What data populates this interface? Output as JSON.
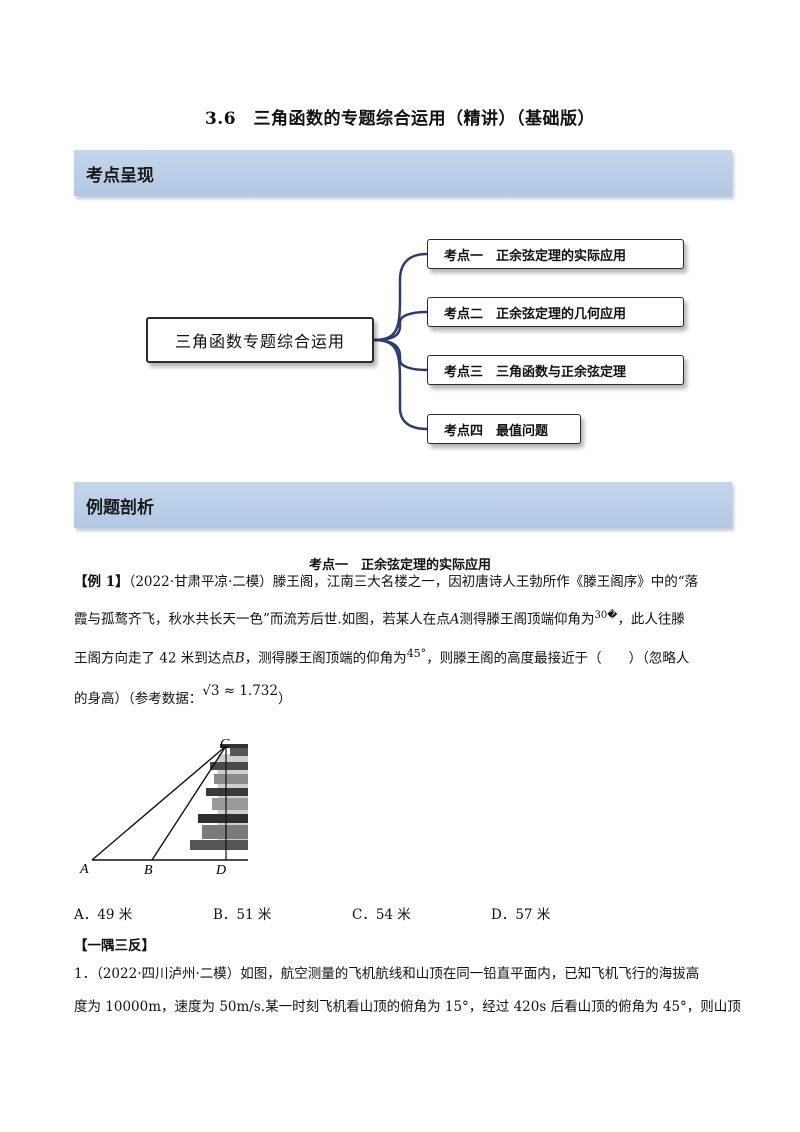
{
  "title": "3.6　三角函数的专题综合运用（精讲）（基础版）",
  "section1": "考点呈现",
  "mindmap": {
    "root": "三角函数专题综合运用",
    "nodes": [
      "考点一　正余弦定理的实际应用",
      "考点二　正余弦定理的几何应用",
      "考点三　三角函数与正余弦定理",
      "考点四　最值问题"
    ]
  },
  "section2": "例题剖析",
  "topic_heading": "考点一　正余弦定理的实际应用",
  "example1": {
    "tag": "【例 1】",
    "line1_rest": "（2022·甘肃平凉·二模）滕王阁，江南三大名楼之一，因初唐诗人王勃所作《滕王阁序》中的“落",
    "line2_a": "霞与孤鹜齐飞，秋水共长天一色”而流芳后世.如图，若某人在点",
    "line2_A": "A",
    "line2_b": "测得滕王阁顶端仰角为",
    "line2_deg": "30�",
    "line2_c": "，此人往滕",
    "line3_a": "王阁方向走了 42 米到达点",
    "line3_B": "B",
    "line3_b": "，测得滕王阁顶端的仰角为",
    "line3_deg": "45°",
    "line3_c": "，则滕王阁的高度最接近于（　　）（忽略人",
    "line4_a": "的身高）（参考数据：",
    "line4_formula": "√3 ≈ 1.732",
    "line4_c": "）"
  },
  "figure_labels": {
    "A": "A",
    "B": "B",
    "C": "C",
    "D": "D"
  },
  "options": [
    "A．49 米",
    "B．51 米",
    "C．54 米",
    "D．57 米"
  ],
  "practice_heading": "【一隅三反】",
  "practice1": {
    "line1": "1．（2022·四川泸州·二模）如图，航空测量的飞机航线和山顶在同一铅直平面内，已知飞机飞行的海拔高",
    "line2": "度为 10000m，速度为 50m/s.某一时刻飞机看山顶的俯角为 15°，经过 420s 后看山顶的俯角为 45°，则山顶"
  }
}
